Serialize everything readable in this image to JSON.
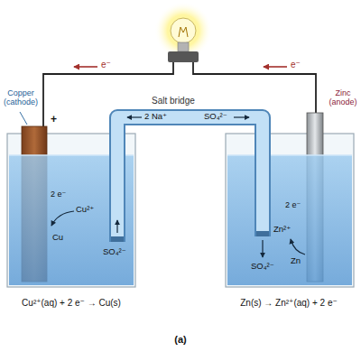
{
  "diagram": {
    "caption": "(a)",
    "labels": [
      "e⁻",
      "e⁻",
      "Copper (cathode)",
      "+",
      "Zinc (anode)",
      "Salt bridge",
      "2 Na⁺",
      "SO₄²⁻",
      "2 e⁻",
      "Cu",
      "Cu²⁺",
      "SO₄²⁻",
      "Zn²⁺",
      "2 e⁻",
      "Zn",
      "SO₄²⁻",
      "Cu²⁺(aq) + 2 e⁻ → Cu(s)",
      "Zn(s) → Zn²⁺(aq) + 2 e⁻"
    ]
  }
}
